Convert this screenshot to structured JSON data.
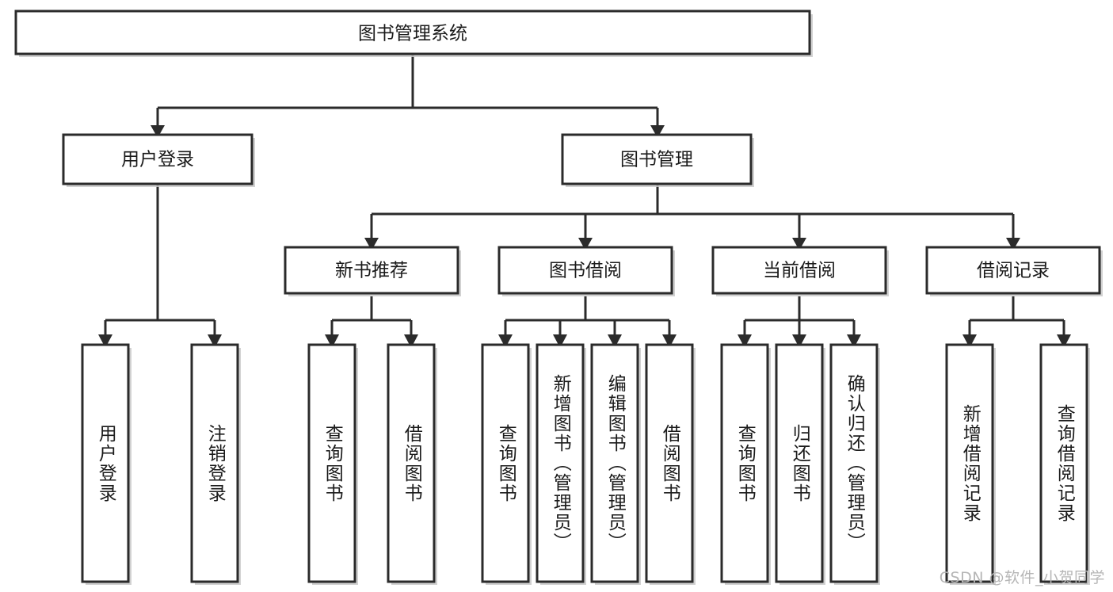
{
  "diagram": {
    "type": "tree-hierarchy",
    "title": "图书管理系统",
    "background_color": "#ffffff",
    "line_color": "#2b2b2b",
    "text_color": "#1b1b1b",
    "root": {
      "label": "图书管理系统",
      "level": 0
    },
    "level2": [
      {
        "label": "用户登录"
      },
      {
        "label": "图书管理"
      }
    ],
    "level3": [
      {
        "label": "新书推荐"
      },
      {
        "label": "图书借阅"
      },
      {
        "label": "当前借阅"
      },
      {
        "label": "借阅记录"
      }
    ],
    "leaves": {
      "user_login": [
        {
          "label": "用户登录"
        },
        {
          "label": "注销登录"
        }
      ],
      "new_book_recommend": [
        {
          "label": "查询图书"
        },
        {
          "label": "借阅图书"
        }
      ],
      "book_borrow": [
        {
          "label": "查询图书"
        },
        {
          "label": "新增图书（管理员）"
        },
        {
          "label": "编辑图书（管理员）"
        },
        {
          "label": "借阅图书"
        }
      ],
      "current_borrow": [
        {
          "label": "查询图书"
        },
        {
          "label": "归还图书"
        },
        {
          "label": "确认归还（管理员）"
        }
      ],
      "borrow_record": [
        {
          "label": "新增借阅记录"
        },
        {
          "label": "查询借阅记录"
        }
      ]
    }
  },
  "watermark": {
    "text": "CSDN @软件_小贺同学"
  }
}
